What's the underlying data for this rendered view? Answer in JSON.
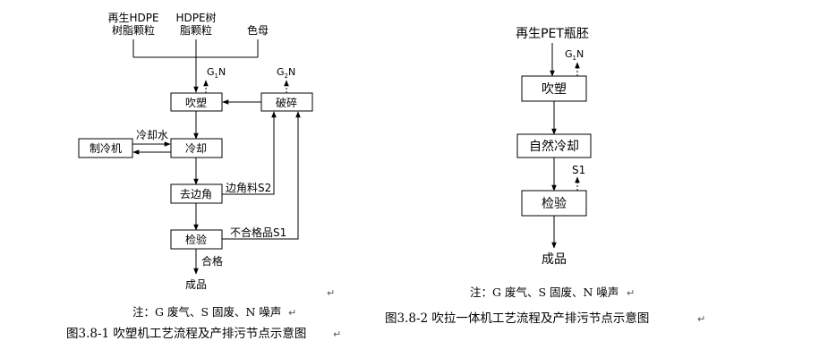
{
  "fig1": {
    "input1_line1": "再生HDPE",
    "input1_line2": "树脂颗粒",
    "input2_line1": "HDPE树",
    "input2_line2": "脂颗粒",
    "input3": "色母",
    "g1n_main": "G",
    "g1n_sub": "1",
    "g1n_tail": "N",
    "g2n_main": "G",
    "g2n_sub": "2",
    "g2n_tail": "N",
    "box_blow": "吹塑",
    "box_crush": "破碎",
    "box_chiller": "制冷机",
    "box_cool": "冷却",
    "box_trim": "去边角",
    "box_inspect": "检验",
    "label_cooling_water": "冷却水",
    "label_trim_s2": "边角料S2",
    "label_reject_s1": "不合格品S1",
    "label_pass": "合格",
    "output": "成品",
    "note": "注：G 废气、S 固废、N 噪声",
    "caption": "图3.8-1 吹塑机工艺流程及产排污节点示意图"
  },
  "fig2": {
    "input": "再生PET瓶胚",
    "g1n_main": "G",
    "g1n_sub": "1",
    "g1n_tail": "N",
    "box_blow": "吹塑",
    "box_cool": "自然冷却",
    "s1": "S1",
    "box_inspect": "检验",
    "output": "成品",
    "note": "注：G 废气、S 固废、N 噪声",
    "caption": "图3.8-2 吹拉一体机工艺流程及产排污节点示意图"
  },
  "return_mark": "↵"
}
